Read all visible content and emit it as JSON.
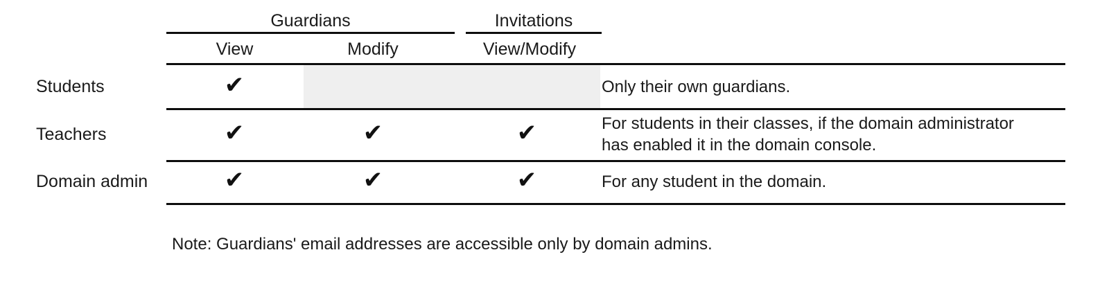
{
  "table": {
    "column_groups": [
      {
        "label": "Guardians",
        "name": "guardians"
      },
      {
        "label": "Invitations",
        "name": "invitations"
      }
    ],
    "columns": [
      {
        "label": "View",
        "name": "view"
      },
      {
        "label": "Modify",
        "name": "modify"
      },
      {
        "label": "View/Modify",
        "name": "view-modify"
      }
    ],
    "rows": [
      {
        "label": "Students",
        "guardians_view": "✔",
        "guardians_modify": "",
        "invitations": "",
        "shaded": true,
        "note_line_1": "Only their own guardians.",
        "note_line_2": ""
      },
      {
        "label": "Teachers",
        "guardians_view": "✔",
        "guardians_modify": "✔",
        "invitations": "✔",
        "shaded": false,
        "note_line_1": "For students in their classes, if the domain administrator",
        "note_line_2": "has enabled it in the domain console."
      },
      {
        "label": "Domain admin",
        "guardians_view": "✔",
        "guardians_modify": "✔",
        "invitations": "✔",
        "shaded": false,
        "note_line_1": "For any student in the domain.",
        "note_line_2": ""
      }
    ]
  },
  "footnote": "Note: Guardians' email addresses are accessible only by domain admins.",
  "colors": {
    "rule": "#0d0d0d",
    "text": "#1a1a1a",
    "shaded_cell": "#efefef",
    "background": "#ffffff"
  }
}
